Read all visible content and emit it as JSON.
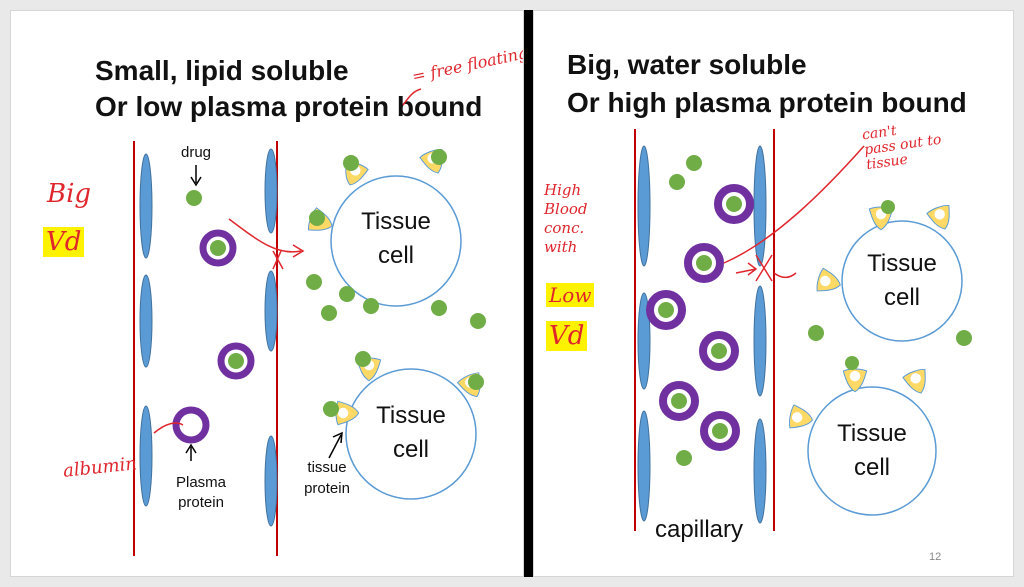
{
  "left_panel": {
    "title_line1": "Small, lipid soluble",
    "title_line2": "Or low plasma protein bound",
    "labels": {
      "drug": "drug",
      "plasma_protein_1": "Plasma",
      "plasma_protein_2": "protein",
      "tissue_protein_1": "tissue",
      "tissue_protein_2": "protein"
    },
    "cell_top": [
      "Tissue",
      "cell"
    ],
    "cell_bottom": [
      "Tissue",
      "cell"
    ],
    "annotations": {
      "free_floating": "= free floating",
      "big": "Big",
      "vd": "Vd",
      "albumin": "albumin"
    }
  },
  "right_panel": {
    "title_line1": "Big, water soluble",
    "title_line2": "Or high plasma protein bound",
    "labels": {
      "capillary": "capillary",
      "slide_number": "12"
    },
    "cell_top": [
      "Tissue",
      "cell"
    ],
    "cell_bottom": [
      "Tissue",
      "cell"
    ],
    "annotations": {
      "cant_pass_1": "can't",
      "cant_pass_2": "pass out to",
      "cant_pass_3": "tissue",
      "high_1": "High",
      "high_2": "Blood",
      "high_3": "conc.",
      "high_4": "with",
      "low": "Low",
      "vd": "Vd"
    }
  },
  "colors": {
    "drug": "#70ad47",
    "plasma_protein": "#7030a0",
    "tissue_protein": "#ffd966",
    "membrane": "#5b9bd5",
    "capillary_line": "#c00000",
    "handwriting": "#e0262d",
    "highlight": "#fff200"
  }
}
